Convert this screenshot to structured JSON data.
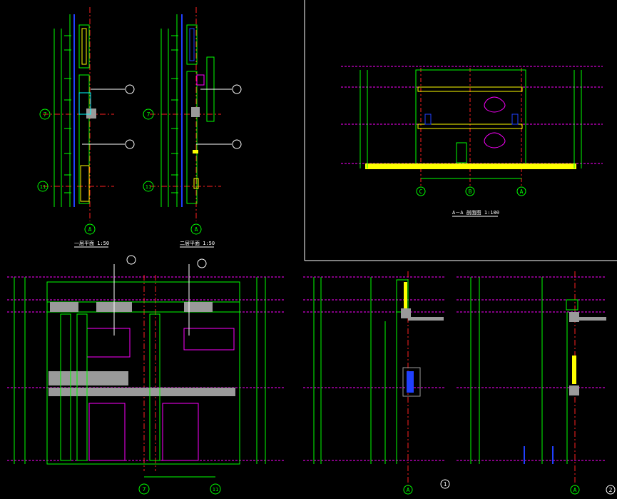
{
  "titles": {
    "plan_1": "一层平面  1:50",
    "plan_2": "二层平面  1:50",
    "section_aa": "A－A 剖面图  1:100"
  },
  "axis_labels": {
    "a": "A",
    "b": "B",
    "c": "C",
    "seven": "7",
    "eleven": "11",
    "one": "1",
    "two": "2"
  },
  "colors": {
    "background": "#000000",
    "green": "#00ff00",
    "white": "#ffffff",
    "red": "#ff2020",
    "magenta": "#ff00ff",
    "yellow": "#ffff00",
    "blue": "#2040ff",
    "gray": "#9a9a9a",
    "cyan": "#00ffff"
  }
}
